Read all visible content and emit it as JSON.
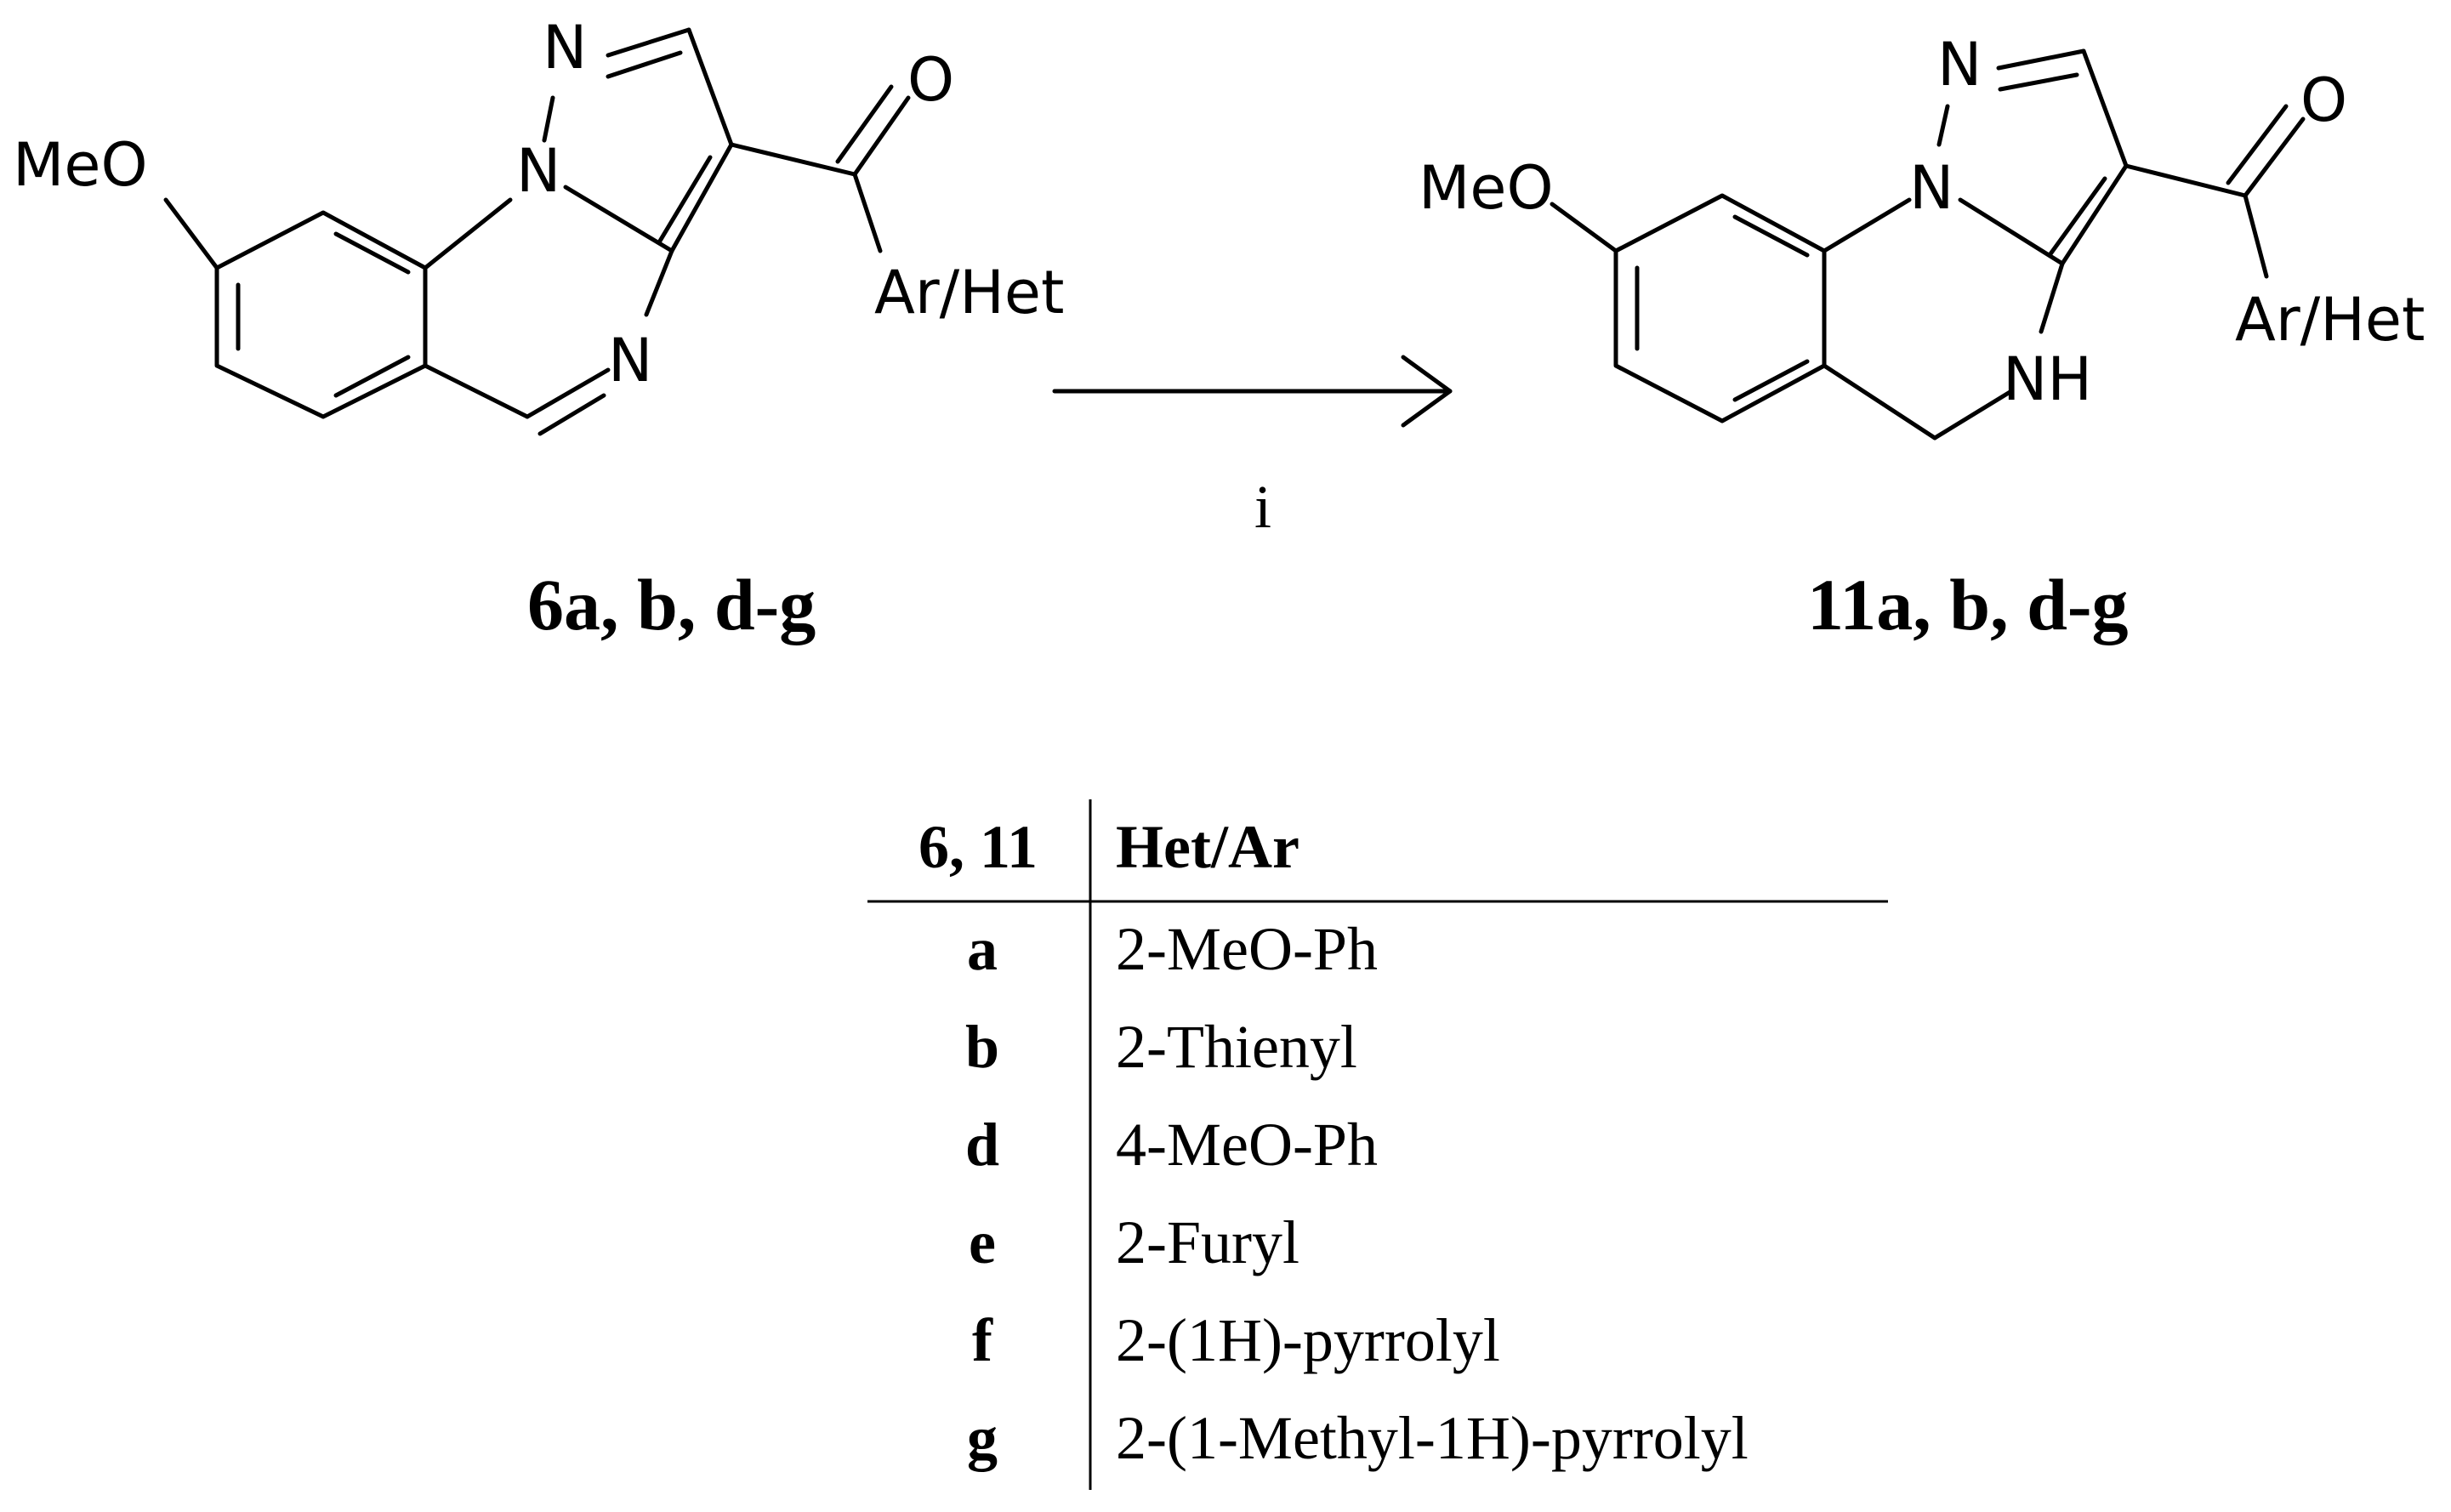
{
  "labels": {
    "meo": "MeO",
    "n": "N",
    "o": "O",
    "nh": "NH",
    "ar_het": "Ar/Het",
    "reagent": "i"
  },
  "compounds": {
    "left": "6a, b, d-g",
    "right": "11a, b, d-g"
  },
  "table": {
    "headers": [
      "6, 11",
      "Het/Ar"
    ],
    "rows": [
      {
        "id": "a",
        "group": "2-MeO-Ph"
      },
      {
        "id": "b",
        "group": "2-Thienyl"
      },
      {
        "id": "d",
        "group": "4-MeO-Ph"
      },
      {
        "id": "e",
        "group": "2-Furyl"
      },
      {
        "id": "f",
        "group": "2-(1H)-pyrrolyl"
      },
      {
        "id": "g",
        "group": "2-(1-Methyl-1H)-pyrrolyl"
      }
    ]
  }
}
